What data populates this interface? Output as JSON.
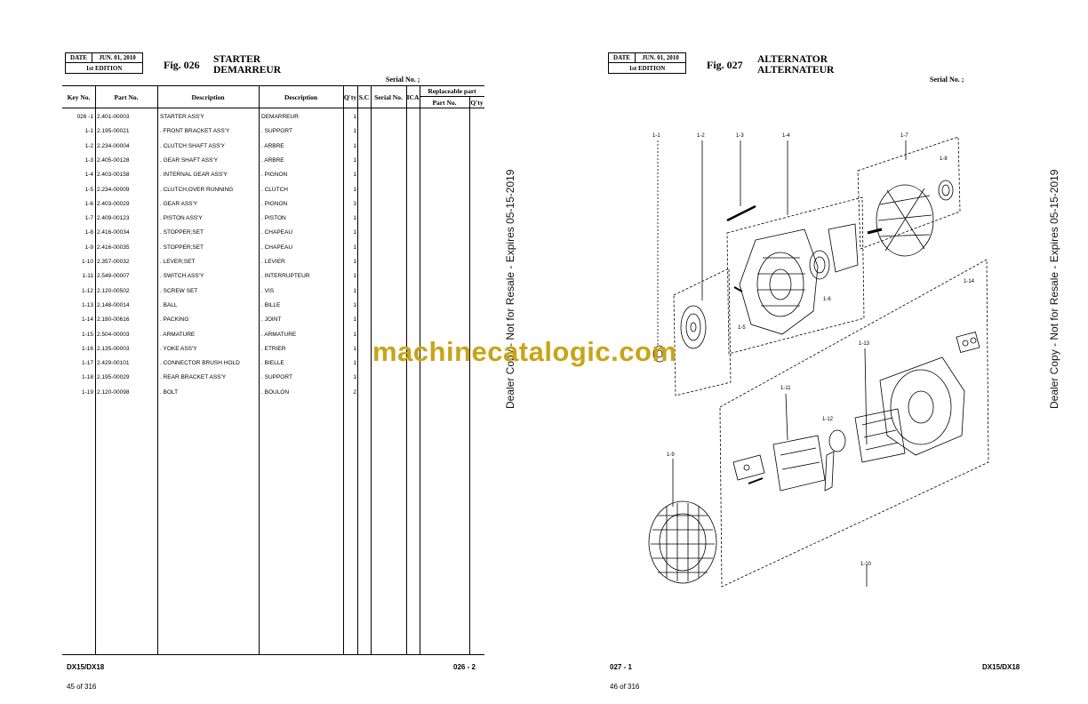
{
  "left_page": {
    "date_label": "DATE",
    "date_value": "JUN. 01, 2010",
    "edition": "1st EDITION",
    "fig_no": "Fig. 026",
    "title_en": "STARTER",
    "title_fr": "DEMARREUR",
    "serial": "Serial No. ;",
    "headers": {
      "key_no": "Key No.",
      "part_no": "Part No.",
      "desc1": "Description",
      "desc2": "Description",
      "qty": "Q'ty",
      "sc": "S.C",
      "serial_no": "Serial No.",
      "ica": "ICA",
      "replaceable": "Replaceable part",
      "rep_part_no": "Part No.",
      "rep_qty": "Q'ty"
    },
    "rows": [
      {
        "key": "026 -1",
        "part": "2.401-00003",
        "desc_en": "STARTER ASS'Y",
        "desc_fr": "DEMARREUR",
        "qty": "1"
      },
      {
        "key": "1-1",
        "part": "2.195-00021",
        "desc_en": ". FRONT BRACKET ASS'Y",
        "desc_fr": ". SUPPORT",
        "qty": "1"
      },
      {
        "key": "1-2",
        "part": "2.234-00004",
        "desc_en": ". CLUTCH SHAFT ASS'Y",
        "desc_fr": ". ARBRE",
        "qty": "1"
      },
      {
        "key": "1-3",
        "part": "2.405-00128",
        "desc_en": ". GEAR SHAFT ASS'Y",
        "desc_fr": ". ARBRE",
        "qty": "1"
      },
      {
        "key": "1-4",
        "part": "2.403-00158",
        "desc_en": ". INTERNAL GEAR ASS'Y",
        "desc_fr": ". PIGNON",
        "qty": "1"
      },
      {
        "key": "1-5",
        "part": "2.234-00009",
        "desc_en": ". CLUTCH;OVER RUNNING",
        "desc_fr": ". CLUTCH",
        "qty": "1"
      },
      {
        "key": "1-6",
        "part": "2.403-00029",
        "desc_en": ". GEAR ASS'Y",
        "desc_fr": ". PIGNON",
        "qty": "3"
      },
      {
        "key": "1-7",
        "part": "2.409-00123",
        "desc_en": ". PISTON ASS'Y",
        "desc_fr": ". PISTON",
        "qty": "1"
      },
      {
        "key": "1-8",
        "part": "2.416-00034",
        "desc_en": ". STOPPER;SET",
        "desc_fr": ". CHAPEAU",
        "qty": "1"
      },
      {
        "key": "1-9",
        "part": "2.416-00035",
        "desc_en": ". STOPPER;SET",
        "desc_fr": ". CHAPEAU",
        "qty": "1"
      },
      {
        "key": "1-10",
        "part": "2.357-00032",
        "desc_en": ". LEVER;SET",
        "desc_fr": ". LEVIER",
        "qty": "1"
      },
      {
        "key": "1-11",
        "part": "2.549-00007",
        "desc_en": ". SWITCH ASS'Y",
        "desc_fr": ". INTERRUPTEUR",
        "qty": "1"
      },
      {
        "key": "1-12",
        "part": "2.120-00502",
        "desc_en": ". SCREW SET",
        "desc_fr": ". VIS",
        "qty": "1"
      },
      {
        "key": "1-13",
        "part": "2.148-00014",
        "desc_en": ". BALL",
        "desc_fr": ". BILLE",
        "qty": "1"
      },
      {
        "key": "1-14",
        "part": "2.180-00616",
        "desc_en": ". PACKING",
        "desc_fr": ". JOINT",
        "qty": "1"
      },
      {
        "key": "1-15",
        "part": "2.504-00003",
        "desc_en": ". ARMATURE",
        "desc_fr": ". ARMATURE",
        "qty": "1"
      },
      {
        "key": "1-16",
        "part": "2.135-00003",
        "desc_en": ". YOKE ASS'Y",
        "desc_fr": ". ETRIER",
        "qty": "1"
      },
      {
        "key": "1-17",
        "part": "2.429-00101",
        "desc_en": ". CONNECTOR BRUSH HOLD",
        "desc_fr": ". BIELLE",
        "qty": "1"
      },
      {
        "key": "1-18",
        "part": "2.195-00029",
        "desc_en": ". REAR BRACKET ASS'Y",
        "desc_fr": ". SUPPORT",
        "qty": "1"
      },
      {
        "key": "1-19",
        "part": "2.120-00098",
        "desc_en": ". BOLT",
        "desc_fr": ". BOULON",
        "qty": "2"
      }
    ],
    "footer_model": "DX15/DX18",
    "footer_page": "026 - 2",
    "page_count": "45 of 316"
  },
  "right_page": {
    "date_label": "DATE",
    "date_value": "JUN. 01, 2010",
    "edition": "1st EDITION",
    "fig_no": "Fig. 027",
    "title_en": "ALTERNATOR",
    "title_fr": "ALTERNATEUR",
    "serial": "Serial No. ;",
    "callouts": [
      "1-1",
      "1-2",
      "1-3",
      "1-4",
      "1-5",
      "1-6",
      "1-7",
      "1-8",
      "1-9",
      "1-10",
      "1-11",
      "1-12",
      "1-13",
      "1-14"
    ],
    "footer_page": "027 - 1",
    "footer_model": "DX15/DX18",
    "page_count": "46 of 316"
  },
  "vertical_notice": "Dealer Copy - Not for Resale - Expires 05-15-2019",
  "watermark": "machinecatalogic.com",
  "colors": {
    "watermark": "#c9a417",
    "ink": "#000000"
  }
}
